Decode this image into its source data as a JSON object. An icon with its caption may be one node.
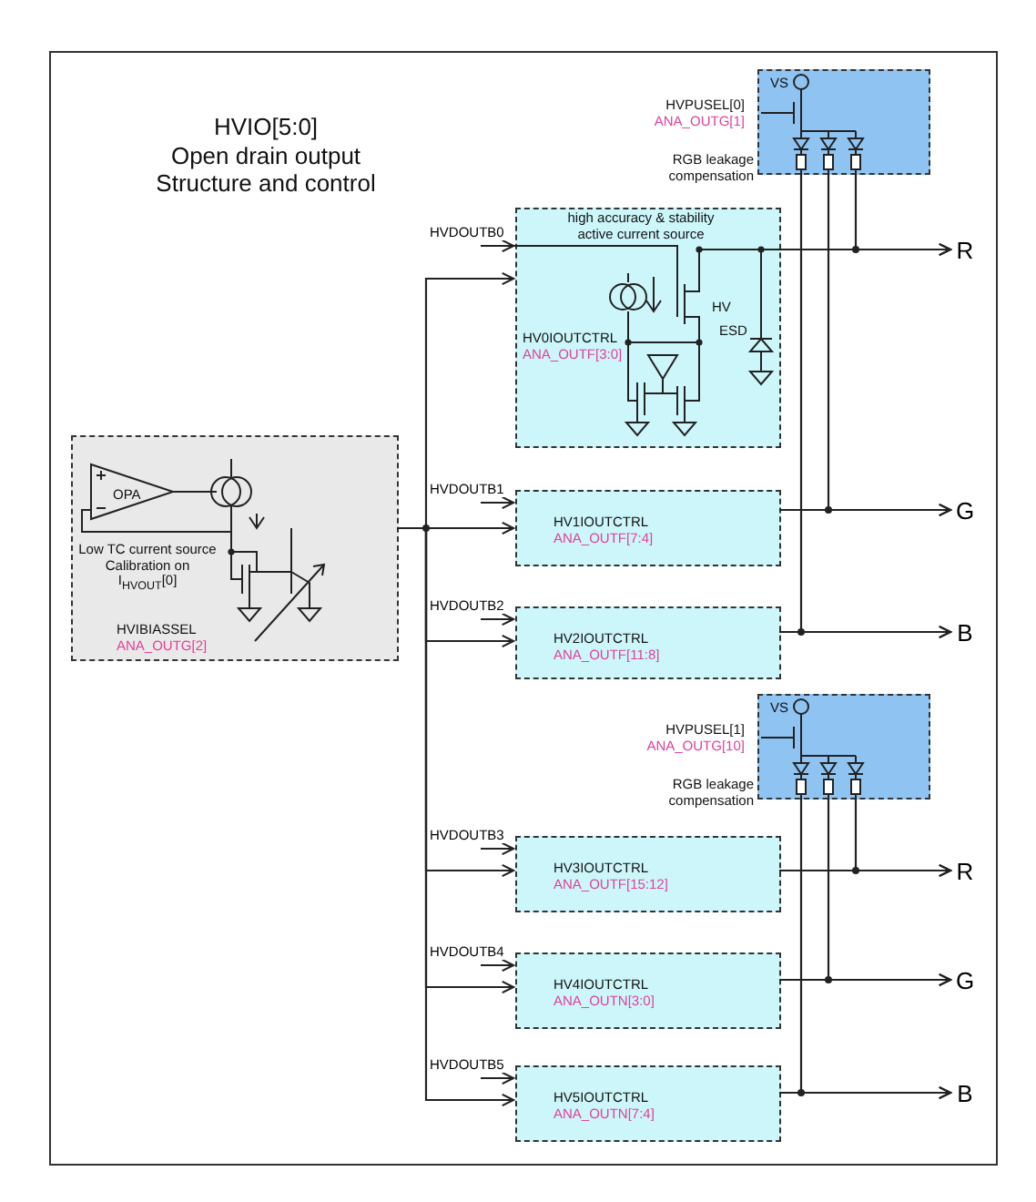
{
  "diagram": {
    "nodes": [
      {
        "text": [
          "HVIO[5:0]",
          "Open drain output Structure and control"
        ]
      },
      {
        "text": [
          "VS"
        ],
        "beside": [
          "HVPUSEL[0]",
          "ANA_OUTG[1]",
          "RGB leakage compensation"
        ],
        "in": 0
      },
      {
        "text": [
          "high accuracy & stability active current source",
          "HV0IOUTCTRL",
          "ANA_OUTF[3:0]",
          "HV",
          "ESD"
        ],
        "in": 0
      },
      {
        "text": [
          "OPA",
          "Low TC current source Calibration on I$_{HVOUT}$[0]",
          "HVIBIASSEL",
          "ANA_OUTG[2]"
        ],
        "in": 0
      },
      {
        "text": [
          "HV1IOUTCTRL",
          "ANA_OUTF[7:4]"
        ],
        "in": 0
      },
      {
        "text": [
          "HV2IOUTCTRL",
          "ANA_OUTF[11:8]"
        ],
        "in": 0
      },
      {
        "text": [
          "VS"
        ],
        "beside": [
          "HVPUSEL[1]",
          "ANA_OUTG[10]",
          "RGB leakage compensation"
        ],
        "in": 0
      },
      {
        "text": [
          "HV3IOUTCTRL",
          "ANA_OUTF[15:12]"
        ],
        "in": 0
      },
      {
        "text": [
          "HV4IOUTCTRL",
          "ANA_OUTN[3:0]"
        ],
        "in": 0
      },
      {
        "text": [
          "HV5IOUTCTRL",
          "ANA_OUTN[7:4]"
        ],
        "in": 0
      },
      {
        "text": [
          "R"
        ],
        "in": 0
      },
      {
        "text": [
          "G"
        ],
        "in": 0
      },
      {
        "text": [
          "B"
        ],
        "in": 0
      },
      {
        "text": [
          "R"
        ],
        "in": 0
      },
      {
        "text": [
          "G"
        ],
        "in": 0
      },
      {
        "text": [
          "B"
        ],
        "in": 0
      }
    ],
    "edges": [
      {
        "from": null,
        "to": 2,
        "arrow": "to",
        "label": "HVDOUTB0"
      },
      {
        "from": null,
        "to": 4,
        "arrow": "to",
        "label": "HVDOUTB1"
      },
      {
        "from": null,
        "to": 5,
        "arrow": "to",
        "label": "HVDOUTB2"
      },
      {
        "from": null,
        "to": 7,
        "arrow": "to",
        "label": "HVDOUTB3"
      },
      {
        "from": null,
        "to": 8,
        "arrow": "to",
        "label": "HVDOUTB4"
      },
      {
        "from": null,
        "to": 9,
        "arrow": "to",
        "label": "HVDOUTB5"
      },
      {
        "from": 3,
        "to": 2,
        "arrow": "to"
      },
      {
        "from": 3,
        "to": 4,
        "arrow": "to"
      },
      {
        "from": 3,
        "to": 5,
        "arrow": "to"
      },
      {
        "from": 3,
        "to": 7,
        "arrow": "to"
      },
      {
        "from": 3,
        "to": 8,
        "arrow": "to"
      },
      {
        "from": 3,
        "to": 9,
        "arrow": "to"
      },
      {
        "from": 2,
        "to": 10,
        "arrow": "to"
      },
      {
        "from": 4,
        "to": 11,
        "arrow": "to"
      },
      {
        "from": 5,
        "to": 12,
        "arrow": "to"
      },
      {
        "from": 7,
        "to": 13,
        "arrow": "to"
      },
      {
        "from": 8,
        "to": 14,
        "arrow": "to"
      },
      {
        "from": 9,
        "to": 15,
        "arrow": "to"
      },
      {
        "from": 1,
        "to": 10,
        "arrow": "to"
      },
      {
        "from": 1,
        "to": 11,
        "arrow": "to"
      },
      {
        "from": 1,
        "to": 12,
        "arrow": "to"
      },
      {
        "from": 6,
        "to": 13,
        "arrow": "to"
      },
      {
        "from": 6,
        "to": 14,
        "arrow": "to"
      },
      {
        "from": 6,
        "to": 15,
        "arrow": "to"
      }
    ]
  }
}
